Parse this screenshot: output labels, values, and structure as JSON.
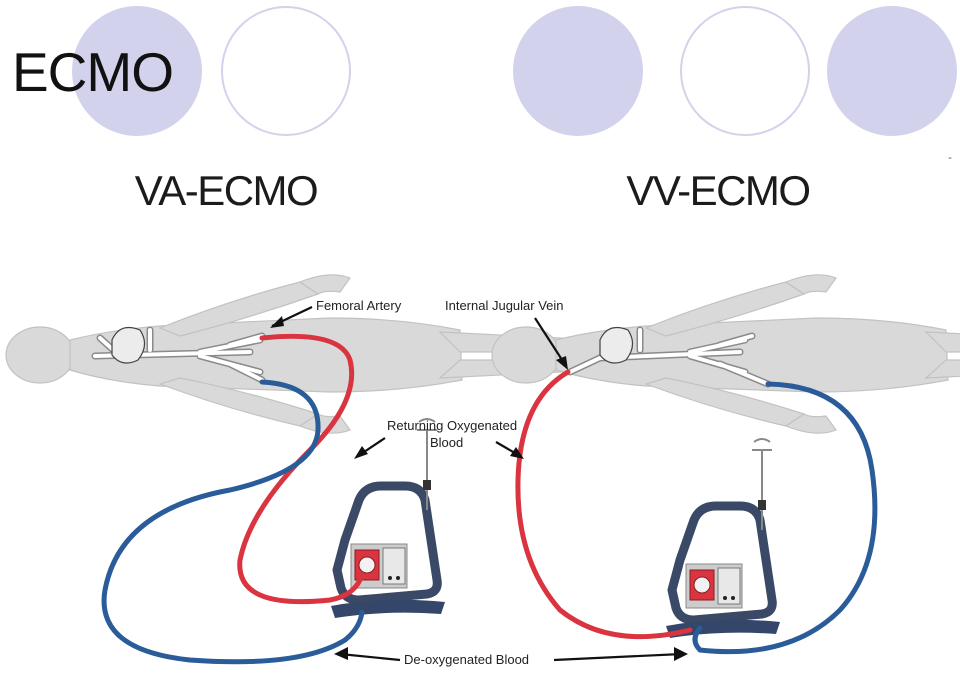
{
  "slide": {
    "title": "ECMO",
    "corner_mark": "-"
  },
  "panels": {
    "left": {
      "title": "VA-ECMO"
    },
    "right": {
      "title": "VV-ECMO"
    }
  },
  "labels": {
    "femoral_artery": "Femoral Artery",
    "internal_jugular_vein": "Internal Jugular Vein",
    "returning_line1": "Returning Oxygenated",
    "returning_line2": "Blood",
    "deoxygenated": "De-oxygenated Blood"
  },
  "colors": {
    "accent_circle": "#d2d2ec",
    "oxygenated_tube": "#d9343f",
    "deoxygenated_tube": "#2a5c9a",
    "body": "#d9d9d9"
  }
}
